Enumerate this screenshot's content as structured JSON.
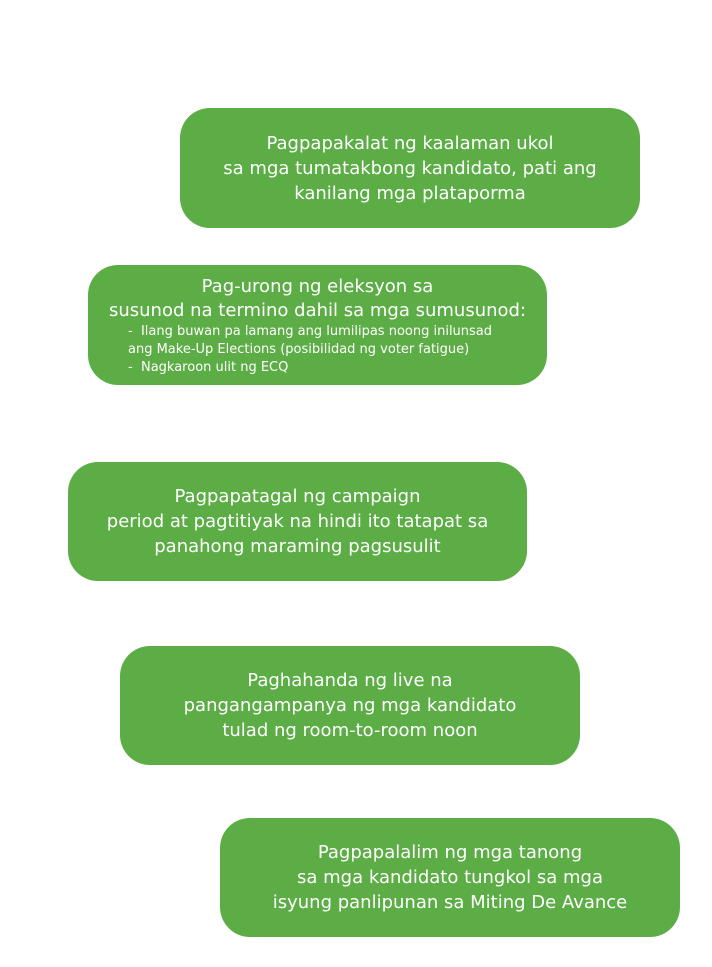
{
  "cards": [
    {
      "lines": [
        "Pagpapakalat ng kaalaman ukol",
        "sa mga tumatakbong kandidato, pati ang",
        "kanilang mga plataporma"
      ]
    },
    {
      "lines": [
        "Pag-urong ng eleksyon sa",
        "susunod na termino dahil sa mga sumusunod:"
      ],
      "bullets": [
        "Ilang buwan pa lamang ang lumilipas noong inilunsad",
        "ang Make-Up Elections (posibilidad ng voter fatigue)",
        "Nagkaroon ulit ng ECQ"
      ]
    },
    {
      "lines": [
        "Pagpapatagal ng campaign",
        "period at pagtitiyak na hindi ito tatapat sa",
        "panahong maraming pagsusulit"
      ]
    },
    {
      "lines": [
        "Paghahanda ng live na",
        "pangangampanya ng mga kandidato",
        "tulad ng room-to-room noon"
      ]
    },
    {
      "lines": [
        "Pagpapalalim ng mga tanong",
        "sa mga kandidato tungkol sa mga",
        "isyung panlipunan sa Miting De Avance"
      ]
    }
  ],
  "colors": {
    "card_fill": "#5cad46",
    "text": "#ffffff",
    "background": "#ffffff"
  }
}
